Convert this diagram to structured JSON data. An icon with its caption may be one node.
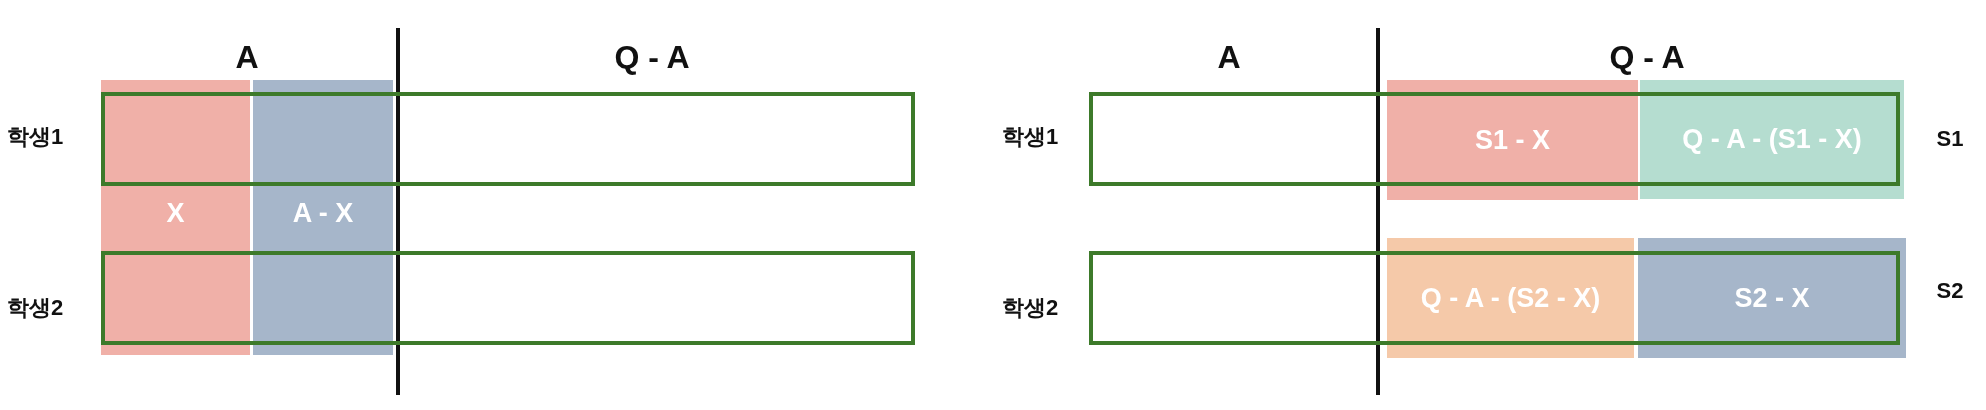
{
  "diagram": {
    "nodes": [
      {
        "text": [
          "X"
        ]
      },
      {
        "text": [
          "A - X"
        ]
      },
      {
        "text": [],
        "shape": "box"
      },
      {
        "text": [],
        "shape": "box"
      },
      {
        "text": [
          "S1 - X"
        ]
      },
      {
        "text": [
          "Q - A - (S1 - X)"
        ]
      },
      {
        "text": [
          "Q - A - (S2 - X)"
        ]
      },
      {
        "text": [
          "S2 - X"
        ]
      },
      {
        "text": [],
        "shape": "box"
      },
      {
        "text": [],
        "shape": "box"
      }
    ],
    "edges": [],
    "labels": [
      "A",
      "Q - A",
      "학생1",
      "학생2",
      "A",
      "Q - A",
      "학생1",
      "학생2",
      "S1",
      "S2"
    ]
  }
}
